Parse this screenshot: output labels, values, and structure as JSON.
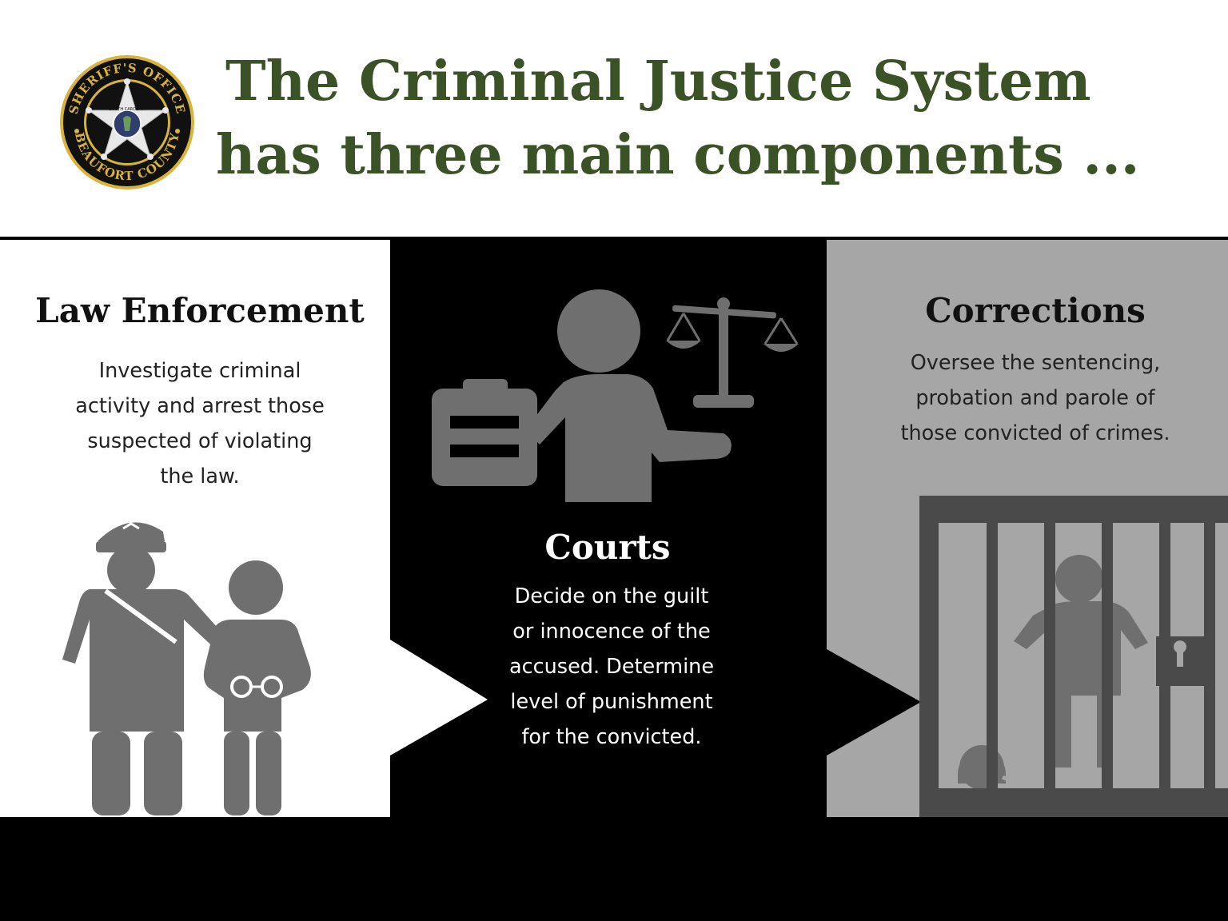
{
  "header": {
    "logo": {
      "icon": "sheriff-star-badge-icon",
      "ring_text_top": "SHERIFF'S OFFICE",
      "ring_text_bottom": "BEAUFORT COUNTY",
      "center_text": "SOUTH CAROLINA"
    },
    "title_line1": "The Criminal Justice System",
    "title_line2": "has three main components ...",
    "title_color": "#3b5226"
  },
  "panels": [
    {
      "id": "law-enforcement",
      "heading": "Law Enforcement",
      "description_lines": [
        "Investigate criminal",
        "activity and arrest those",
        "suspected of violating",
        "the law."
      ],
      "icon": "police-officer-arrest-icon",
      "background": "#ffffff"
    },
    {
      "id": "courts",
      "heading": "Courts",
      "description_lines": [
        "Decide on the guilt",
        "or innocence of the",
        "accused. Determine",
        "level of punishment",
        "for the convicted."
      ],
      "icon": "judge-scales-clipboard-icon",
      "background": "#000000"
    },
    {
      "id": "corrections",
      "heading": "Corrections",
      "description_lines": [
        "Oversee the sentencing,",
        "probation and parole of",
        "those convicted of crimes."
      ],
      "icon": "prisoner-jail-cell-icon",
      "background": "#a6a6a6"
    }
  ],
  "colors": {
    "icon_gray": "#6f6f6f",
    "footer": "#000000"
  }
}
